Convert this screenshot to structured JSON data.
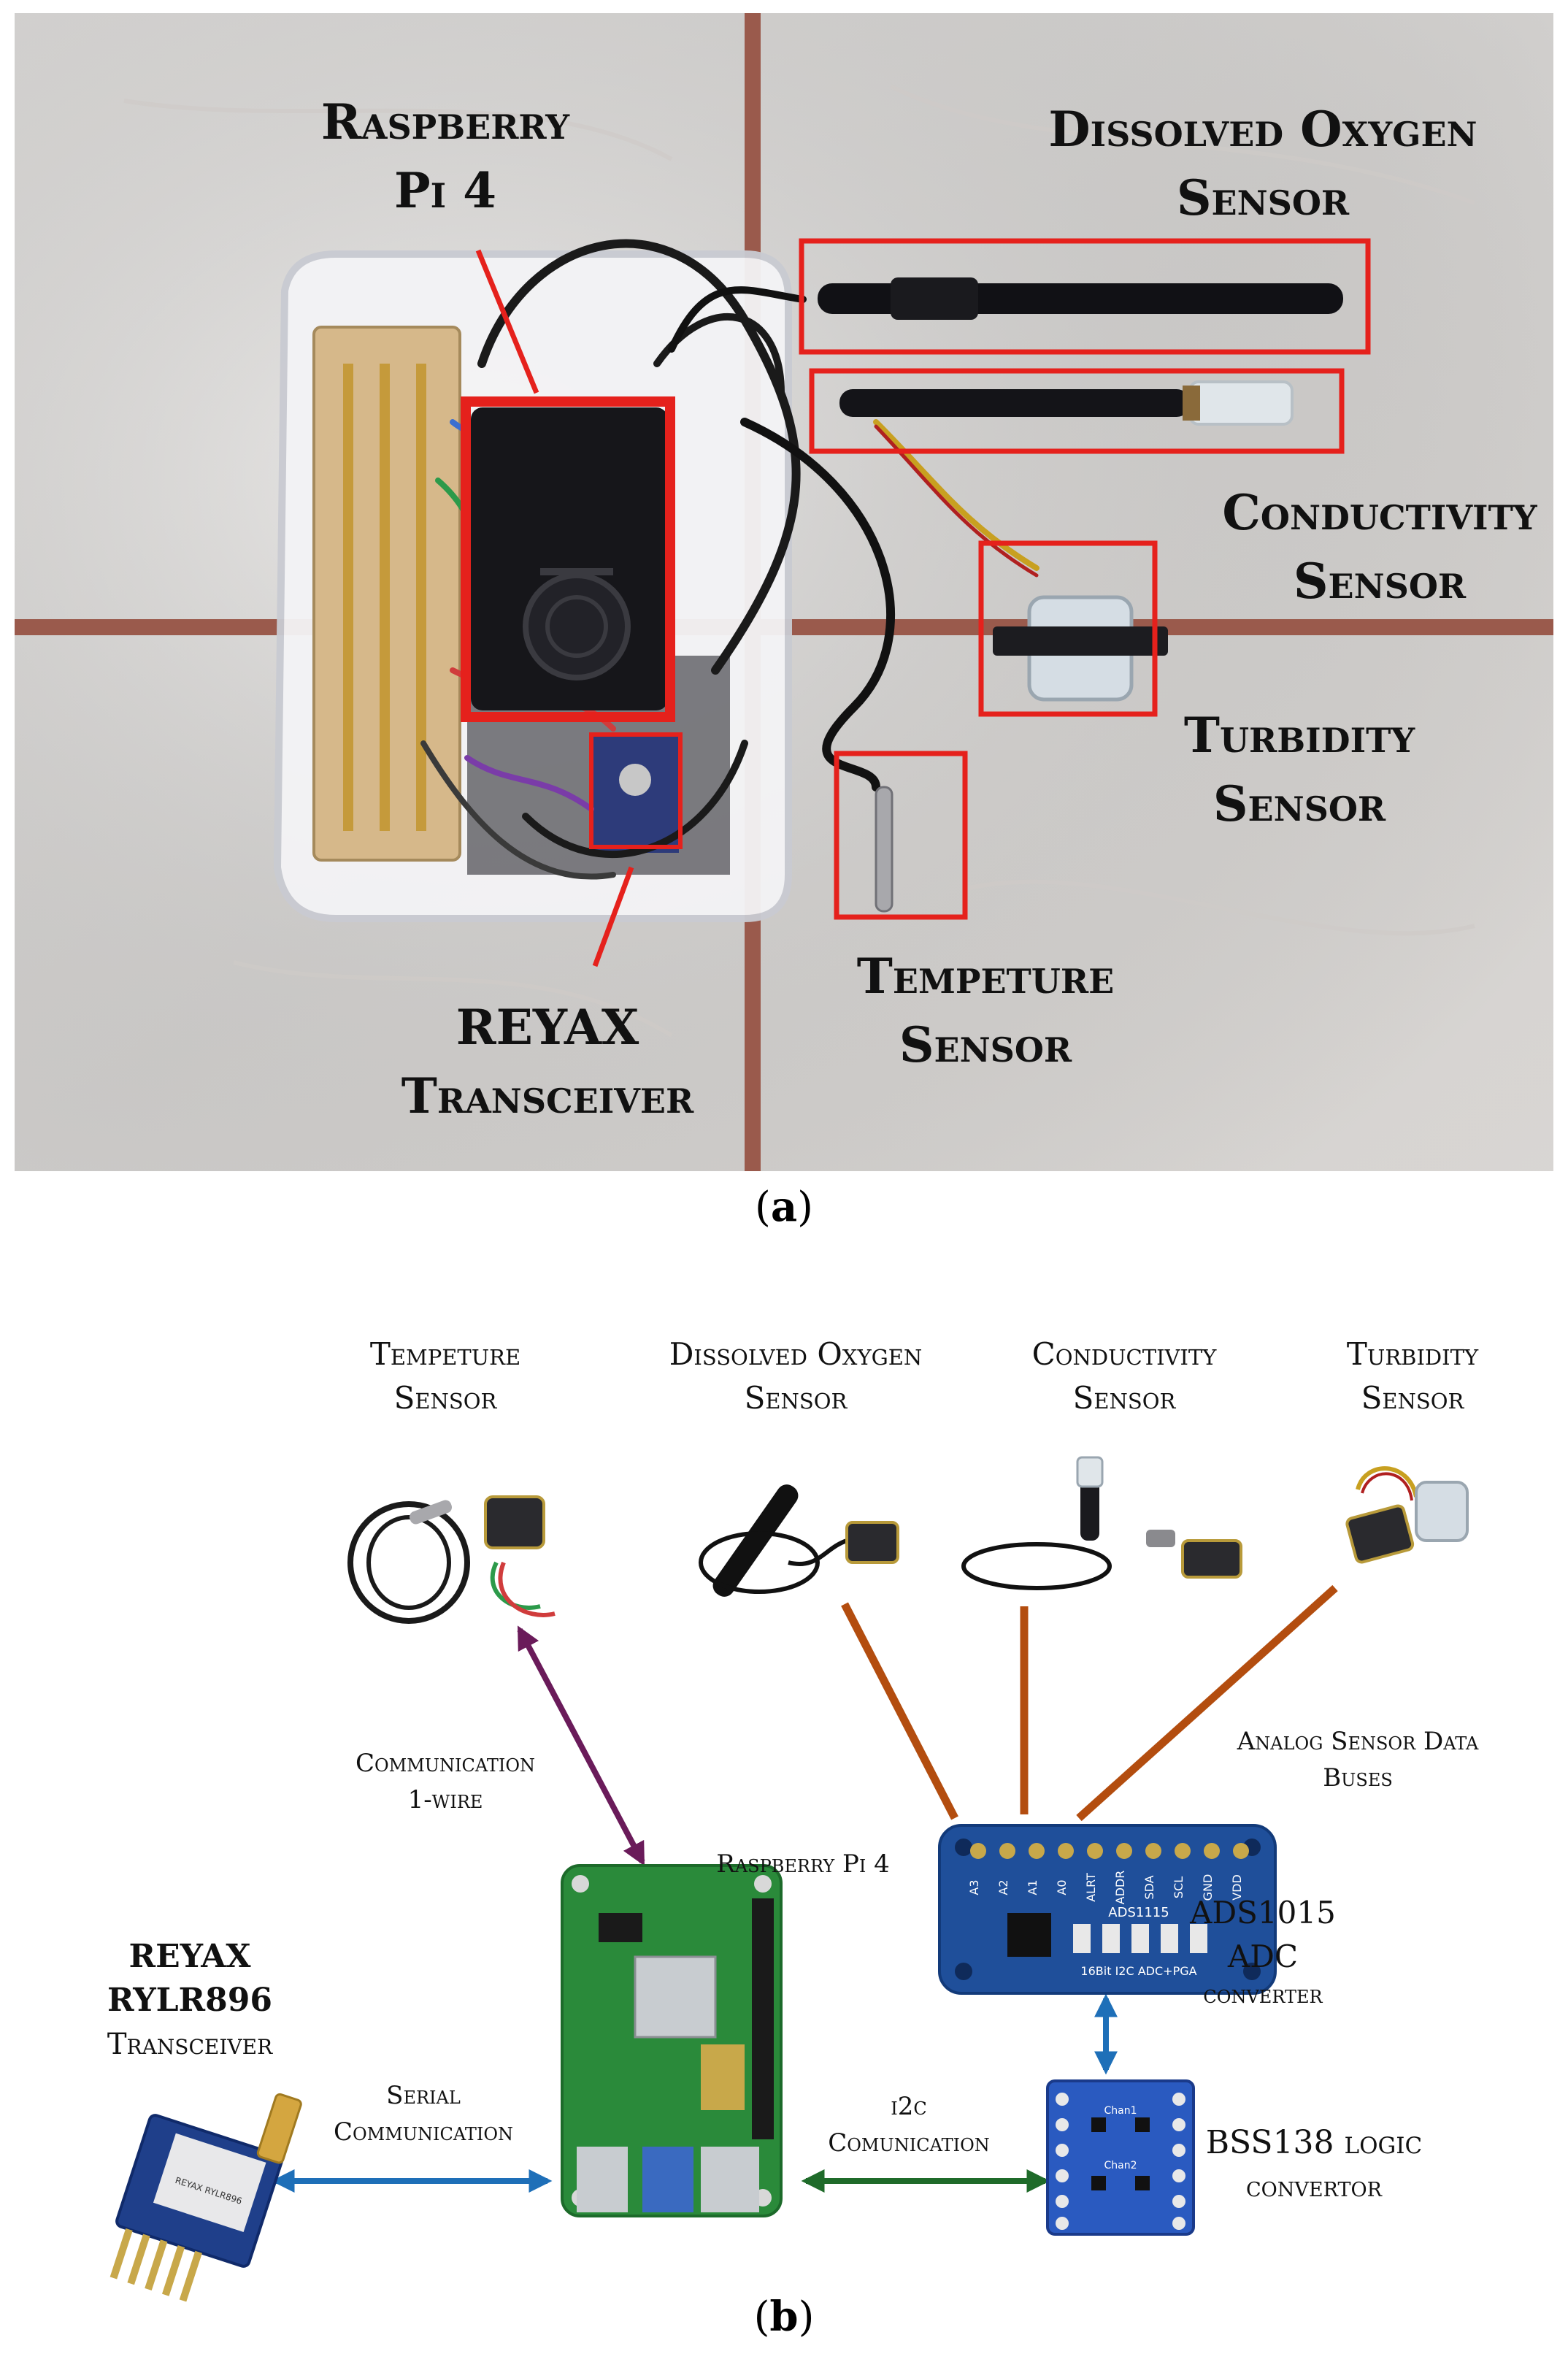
{
  "panel_a": {
    "caption_letter": "a",
    "labels": {
      "raspberry_pi": [
        "Raspberry",
        "Pi 4"
      ],
      "dissolved_oxygen": [
        "Dissolved Oxygen",
        "Sensor"
      ],
      "conductivity": [
        "Conductivity",
        "Sensor"
      ],
      "turbidity": [
        "Turbidity",
        "Sensor"
      ],
      "temperature": [
        "Tempeture",
        "Sensor"
      ],
      "reyax": [
        "REYAX",
        "Transceiver"
      ]
    }
  },
  "panel_b": {
    "caption_letter": "b",
    "sensors": {
      "temperature": [
        "Tempeture",
        "Sensor"
      ],
      "dissolved_oxygen": [
        "Dissolved Oxygen",
        "Sensor"
      ],
      "conductivity": [
        "Conductivity",
        "Sensor"
      ],
      "turbidity": [
        "Turbidity",
        "Sensor"
      ]
    },
    "connections": {
      "one_wire": [
        "Communication",
        "1-wire"
      ],
      "analog_buses": [
        "Analog Sensor Data",
        "Buses"
      ],
      "serial": [
        "Serial",
        "Communication"
      ],
      "i2c": [
        "i2c",
        "Comunication"
      ]
    },
    "boards": {
      "raspberry_pi": "Raspberry Pi 4",
      "adc": [
        "ADS1015 ADC",
        "converter"
      ],
      "logic": [
        "BSS138 logic",
        "convertor"
      ],
      "reyax": [
        "REYAX RYLR896",
        "Transceiver"
      ]
    },
    "chip_text": {
      "adc_pins": [
        "A3",
        "A2",
        "A1",
        "A0",
        "ALRT",
        "ADDR",
        "SDA",
        "SCL",
        "GND",
        "VDD"
      ],
      "adc_model": "ADS1115",
      "adc_desc": "16Bit I2C ADC+PGA",
      "logic_ch1": "Chan1",
      "logic_ch2": "Chan2",
      "reyax_chip": "REYAX RYLR896"
    },
    "colors": {
      "analog_line": "#b34d0f",
      "one_wire_arrow": "#6a1b5a",
      "serial_arrow": "#1e6fb8",
      "i2c_arrow": "#1f6b2a",
      "adc_logic_arrow": "#1e6fb8"
    }
  }
}
